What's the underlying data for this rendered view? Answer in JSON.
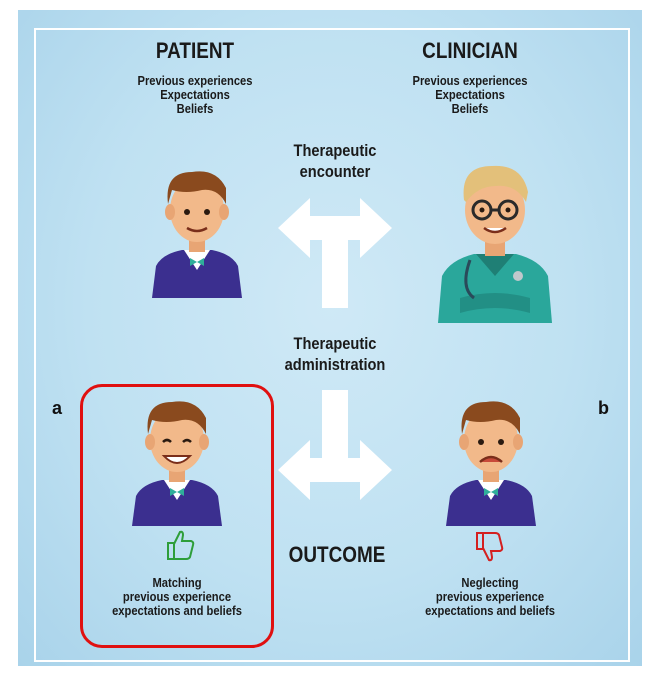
{
  "patient": {
    "title": "PATIENT",
    "lines": [
      "Previous experiences",
      "Expectations",
      "Beliefs"
    ]
  },
  "clinician": {
    "title": "CLINICIAN",
    "lines": [
      "Previous experiences",
      "Expectations",
      "Beliefs"
    ]
  },
  "encounter": {
    "lines": [
      "Therapeutic",
      "encounter"
    ]
  },
  "administration": {
    "lines": [
      "Therapeutic",
      "administration"
    ]
  },
  "outcome": {
    "label": "OUTCOME"
  },
  "left": {
    "side_label": "a",
    "lines": [
      "Matching",
      "previous experience",
      "expectations and beliefs"
    ]
  },
  "right": {
    "side_label": "b",
    "lines": [
      "Neglecting",
      "previous experience",
      "expectations and beliefs"
    ]
  },
  "colors": {
    "background": "#bfe1f2",
    "highlight": "#e01010",
    "thumbs_up": "#2e9e3a",
    "thumbs_down": "#d42020"
  }
}
